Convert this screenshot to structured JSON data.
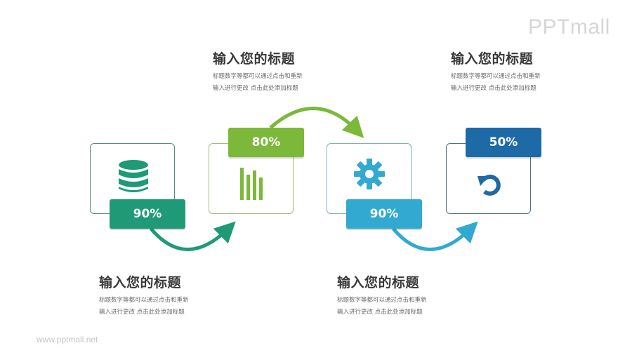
{
  "brand": {
    "logo": "PPTmall",
    "footer_url": "www.pptmall.net"
  },
  "colors": {
    "teal_green": "#1e9a76",
    "lime_green": "#7cb83a",
    "sky_blue": "#32a9d0",
    "navy_blue": "#1e6aa6",
    "title_text": "#3a3a3a",
    "desc_text": "#6b6b6b"
  },
  "steps": [
    {
      "percent": "90%",
      "icon": "database-icon",
      "title": "输入您的标题",
      "desc_line1": "标题数字等都可以通过点击和重新",
      "desc_line2": "输入进行更改 点击此处添加标题"
    },
    {
      "percent": "80%",
      "icon": "bar-chart-icon",
      "title": "输入您的标题",
      "desc_line1": "标题数字等都可以通过点击和重新",
      "desc_line2": "输入进行更改 点击此处添加标题"
    },
    {
      "percent": "90%",
      "icon": "gear-icon",
      "title": "输入您的标题",
      "desc_line1": "标题数字等都可以通过点击和重新",
      "desc_line2": "输入进行更改 点击此处添加标题"
    },
    {
      "percent": "50%",
      "icon": "refresh-icon",
      "title": "输入您的标题",
      "desc_line1": "标题数字等都可以通过点击和重新",
      "desc_line2": "输入进行更改 点击此处添加标题"
    }
  ]
}
